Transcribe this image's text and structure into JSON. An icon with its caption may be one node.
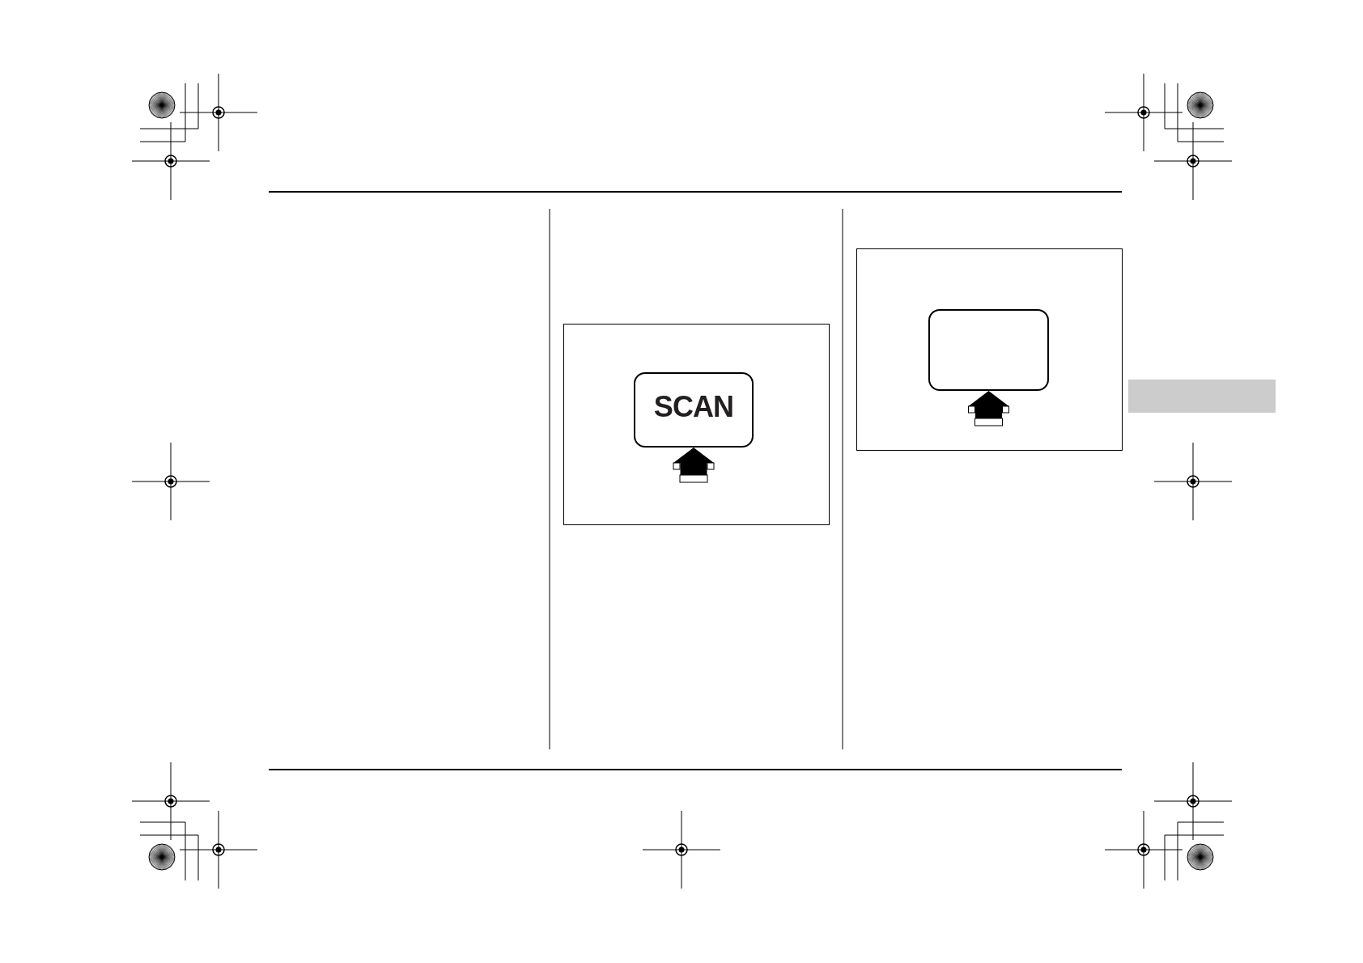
{
  "diagram": {
    "nodes": [
      {
        "text": [
          "SCAN"
        ]
      },
      {
        "text": [],
        "shape": "box"
      },
      {
        "text": [],
        "shape": "bar"
      }
    ],
    "edges": [
      {
        "from": null,
        "to": 0,
        "arrow": "to"
      },
      {
        "from": null,
        "to": 1,
        "arrow": "to"
      }
    ]
  }
}
